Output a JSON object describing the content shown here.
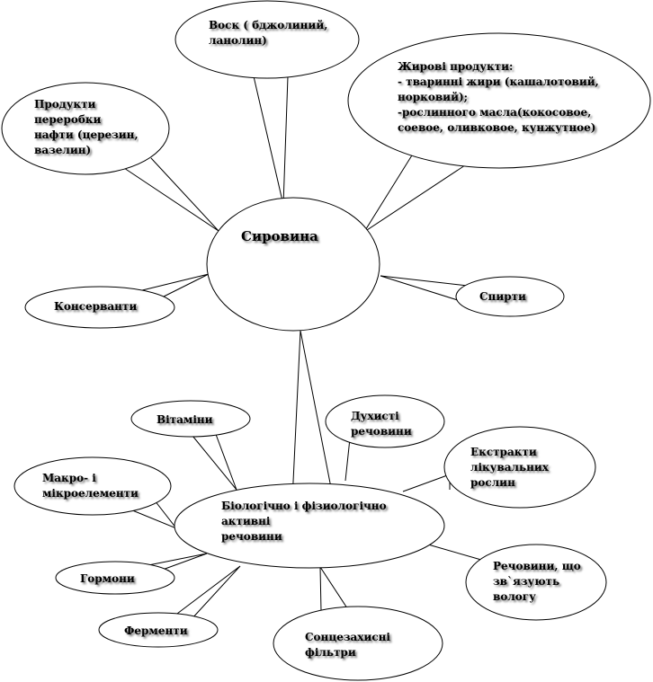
{
  "diagram": {
    "center": {
      "label": "Сировина"
    },
    "wax": {
      "label": "Воск ( бджолиний,\nланолин)"
    },
    "oil_products": {
      "label": "Продукти\nпереробки\nнафти (церезин,\nвазелин)"
    },
    "fats": {
      "label": "Жирові продукти:\n- тваринні жири (кашалотовий,\nнорковий);\n-рослинного масла(кокосовое,\nсоевое, оливковое, кунжутное)"
    },
    "preservatives": {
      "label": "Консерванти"
    },
    "alcohols": {
      "label": "Спирти"
    },
    "bio_center": {
      "label": "Біологічно і фізиологічно\nактивні\nречовини"
    },
    "vitamins": {
      "label": "Вітаміни"
    },
    "aromatic": {
      "label": "Духисті\nречовини"
    },
    "extracts": {
      "label": "Екстракти\nлікувальних\nрослин"
    },
    "minerals": {
      "label": "Макро-  і\nмікроелементи"
    },
    "hormones": {
      "label": "Гормони"
    },
    "moisture": {
      "label": "Речовини, що\nзв`язують\nвологу"
    },
    "enzymes": {
      "label": "Ферменти"
    },
    "sunscreen": {
      "label": "Сонцезахисні\nфільтри"
    }
  }
}
